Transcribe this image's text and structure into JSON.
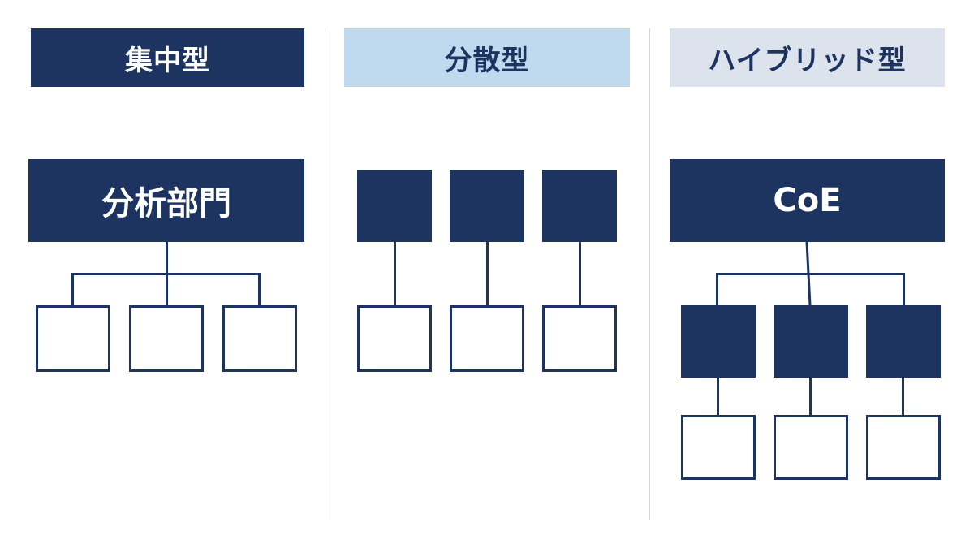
{
  "columns": [
    {
      "title": "集中型",
      "top_label": "分析部門"
    },
    {
      "title": "分散型"
    },
    {
      "title": "ハイブリッド型",
      "top_label": "CoE"
    }
  ],
  "colors": {
    "navy": "#1d3461",
    "light_blue": "#c0d9ee",
    "light_gray": "#dde3ec",
    "divider": "#d0d3d8"
  }
}
